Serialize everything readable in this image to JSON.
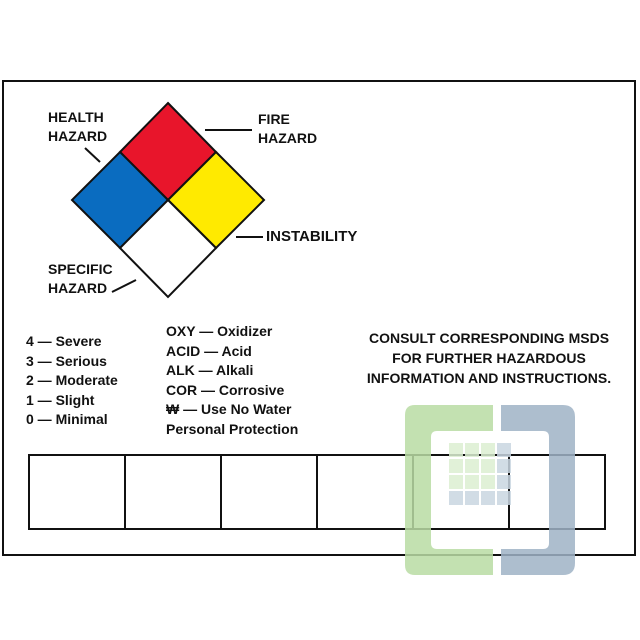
{
  "labels": {
    "health": [
      "HEALTH",
      "HAZARD"
    ],
    "fire": [
      "FIRE",
      "HAZARD"
    ],
    "instability": "INSTABILITY",
    "specific": [
      "SPECIFIC",
      "HAZARD"
    ]
  },
  "ratings": [
    "4 — Severe",
    "3 — Serious",
    "2 — Moderate",
    "1 — Slight",
    "0 — Minimal"
  ],
  "codes": [
    "OXY — Oxidizer",
    "ACID — Acid",
    "ALK — Alkali",
    "COR — Corrosive",
    "₩ — Use No Water",
    "Personal Protection"
  ],
  "consult": [
    "CONSULT CORRESPONDING MSDS",
    "FOR FURTHER HAZARDOUS",
    "INFORMATION AND INSTRUCTIONS."
  ],
  "colors": {
    "health": "#0a6cc0",
    "fire": "#e8152b",
    "instability": "#ffea00",
    "specific": "#ffffff",
    "watermark_green": "#b9dca4",
    "watermark_blue": "#9fb3c6"
  },
  "blank_boxes": 6
}
